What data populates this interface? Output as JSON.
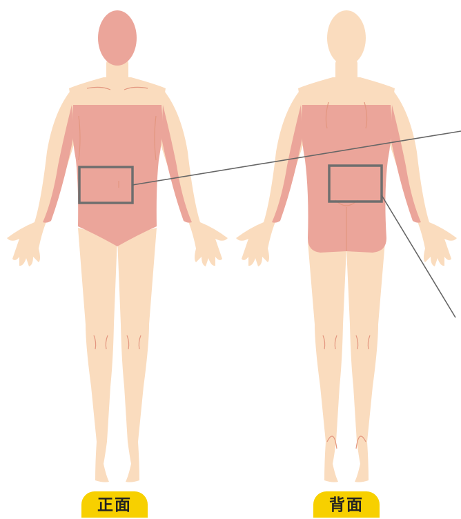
{
  "views": {
    "front_label": "正面",
    "back_label": "背面"
  },
  "colors": {
    "skin": "#fadcbe",
    "treated_area": "#eba59a",
    "outline_line": "#e3967f",
    "highlight_box": "#6e6e6e",
    "pointer_line": "#666666",
    "label_background": "#f7d000"
  },
  "highlighted_regions": [
    "lower-abdomen",
    "lower-back"
  ]
}
